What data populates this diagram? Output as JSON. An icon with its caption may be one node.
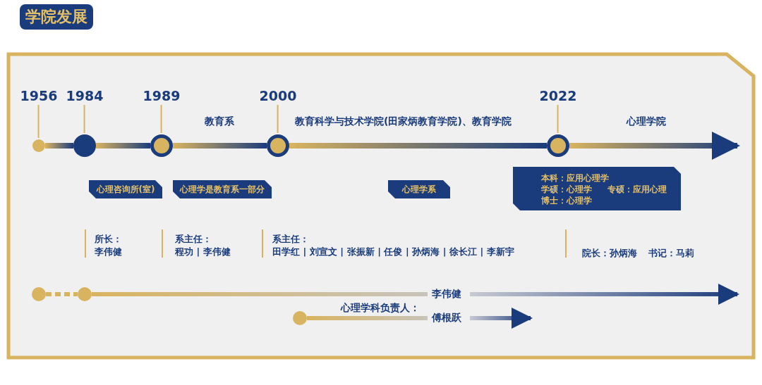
{
  "diagram": {
    "title": "学院发展",
    "nodes": [
      {
        "text": [],
        "shape": "circle",
        "beside": [
          "1956"
        ]
      },
      {
        "text": [],
        "shape": "circle",
        "beside": [
          "1984"
        ]
      },
      {
        "text": [],
        "shape": "circle",
        "beside": [
          "1989"
        ]
      },
      {
        "text": [],
        "shape": "circle",
        "beside": [
          "2000"
        ]
      },
      {
        "text": [],
        "shape": "circle",
        "beside": [
          "2022"
        ]
      },
      {
        "text": [
          "心理咨询所(室)"
        ]
      },
      {
        "text": [
          "心理学是教育系一部分"
        ]
      },
      {
        "text": [
          "心理学系"
        ]
      },
      {
        "text": [
          "本科：应用心理学",
          "学硕：心理学",
          "专硕：应用心理",
          "博士：心理学"
        ]
      },
      {
        "text": [],
        "shape": "circle"
      },
      {
        "text": [],
        "shape": "circle"
      },
      {
        "text": [
          "李伟健"
        ]
      },
      {
        "text": [],
        "shape": "circle"
      },
      {
        "text": [
          "傅根跃"
        ]
      }
    ],
    "edges": [
      {
        "from": 0,
        "to": 1,
        "arrow": "none"
      },
      {
        "from": 1,
        "to": 2,
        "arrow": "none"
      },
      {
        "from": 2,
        "to": 3,
        "arrow": "none"
      },
      {
        "from": 3,
        "to": 4,
        "arrow": "none"
      },
      {
        "from": 4,
        "to": null,
        "arrow": "to"
      },
      {
        "from": 9,
        "to": 10,
        "arrow": "none",
        "style": "dashed"
      },
      {
        "from": 10,
        "to": 11,
        "arrow": "none"
      },
      {
        "from": 11,
        "to": null,
        "arrow": "to"
      },
      {
        "from": 12,
        "to": 13,
        "arrow": "none"
      },
      {
        "from": 13,
        "to": null,
        "arrow": "to"
      }
    ],
    "labels": [
      "教育系",
      "教育科学与技术学院(田家炳教育学院)、教育学院",
      "心理学院",
      "所长：",
      "李伟健",
      "系主任：",
      "程功 | 李伟健",
      "系主任：",
      "田学红 | 刘宣文 | 张振新 | 任俊 | 孙炳海 | 徐长江 | 李新宇",
      "院长：孙炳海",
      "书记：马莉",
      "心理学科负责人："
    ]
  }
}
